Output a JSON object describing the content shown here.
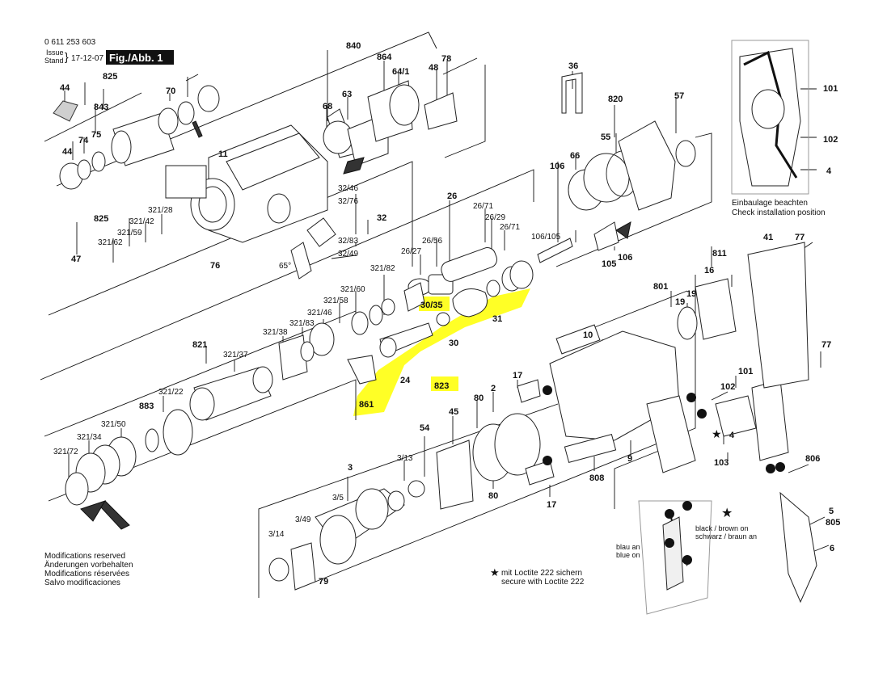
{
  "header": {
    "part_number": "0 611 253 603",
    "issue_label": "Issue",
    "stand_label": "Stand",
    "date": "17-12-07",
    "figure": "Fig./Abb. 1"
  },
  "labels": [
    "44",
    "825",
    "843",
    "74",
    "75",
    "44",
    "70",
    "840",
    "864",
    "64/1",
    "48",
    "78",
    "68",
    "63",
    "11",
    "36",
    "820",
    "57",
    "55",
    "66",
    "106",
    "825",
    "321/28",
    "321/42",
    "321/59",
    "321/62",
    "47",
    "76",
    "32/46",
    "32/76",
    "32",
    "32/83",
    "32/49",
    "65°",
    "26",
    "26/71",
    "26/29",
    "26/71",
    "26/56",
    "26/27",
    "106/105",
    "105",
    "106",
    "41",
    "77",
    "811",
    "16",
    "19",
    "801",
    "19",
    "321/82",
    "321/60",
    "321/58",
    "321/46",
    "321/83",
    "321/38",
    "30/35",
    "31",
    "30",
    "10",
    "77",
    "821",
    "321/37",
    "24",
    "861",
    "823",
    "17",
    "101",
    "102",
    "883",
    "321/22",
    "321/50",
    "2",
    "80",
    "45",
    "9",
    "4",
    "103",
    "806",
    "321/34",
    "321/72",
    "54",
    "3",
    "3/13",
    "80",
    "17",
    "808",
    "3/5",
    "3/49",
    "3/14",
    "79",
    "5",
    "805",
    "6",
    "101",
    "102",
    "4"
  ],
  "notes": {
    "modifications": [
      "Modifications reserved",
      "Änderungen vorbehalten",
      "Modifications réservées",
      "Salvo modificaciones"
    ],
    "loctite": [
      "mit Loctite 222 sichern",
      "secure with Loctite 222"
    ],
    "install": [
      "Einbaulage beachten",
      "Check installation position"
    ],
    "wiring": [
      "black / brown on",
      "schwarz / braun an",
      "blau an",
      "blue on"
    ]
  },
  "highlighted_parts": [
    "30/35",
    "31",
    "30",
    "24",
    "861",
    "823"
  ],
  "colors": {
    "highlight": "#ffff00",
    "line": "#111111"
  }
}
